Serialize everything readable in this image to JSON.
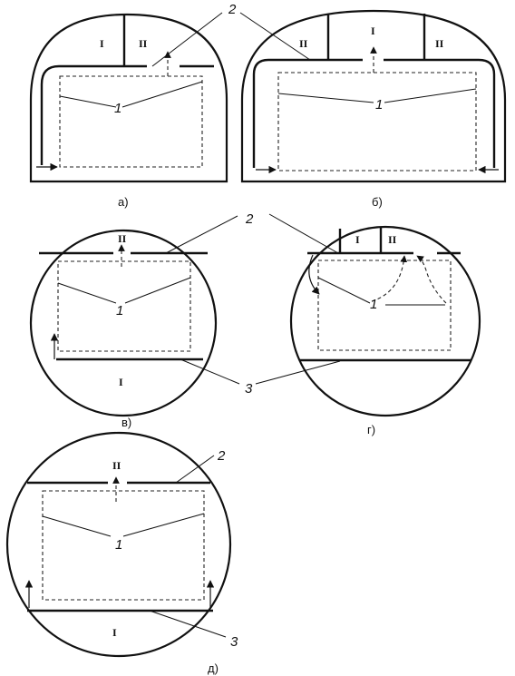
{
  "labels": {
    "one": "1",
    "two": "2",
    "three": "3"
  },
  "zones": {
    "I": "I",
    "II": "II"
  },
  "captions": {
    "a": "а)",
    "b": "б)",
    "v": "в)",
    "g": "г)",
    "d": "д)"
  },
  "colors": {
    "line": "#111111",
    "background": "#ffffff"
  }
}
